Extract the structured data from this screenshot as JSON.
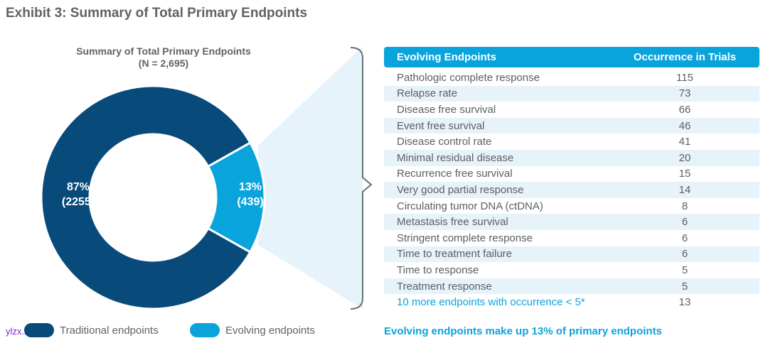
{
  "exhibit_title": "Exhibit 3: Summary of Total Primary Endpoints",
  "chart_data": [
    {
      "type": "pie",
      "title": "Summary of Total Primary Endpoints",
      "subtitle": "(N = 2,695)",
      "categories": [
        "Traditional endpoints",
        "Evolving endpoints"
      ],
      "values": [
        2255,
        439
      ],
      "percent_labels": [
        "87%",
        "13%"
      ],
      "count_labels": [
        "(2255)",
        "(439)"
      ],
      "colors": [
        "#084a7a",
        "#0aa4dc"
      ],
      "legend": "bottom"
    },
    {
      "type": "table",
      "columns": [
        "Evolving Endpoints",
        "Occurrence in Trials"
      ],
      "rows": [
        {
          "name": "Pathologic complete response",
          "value": "115"
        },
        {
          "name": "Relapse rate",
          "value": "73"
        },
        {
          "name": "Disease free survival",
          "value": "66"
        },
        {
          "name": "Event free survival",
          "value": "46"
        },
        {
          "name": "Disease control rate",
          "value": "41"
        },
        {
          "name": "Minimal residual disease",
          "value": "20"
        },
        {
          "name": "Recurrence free survival",
          "value": "15"
        },
        {
          "name": "Very good partial response",
          "value": "14"
        },
        {
          "name": "Circulating tumor DNA (ctDNA)",
          "value": "8"
        },
        {
          "name": "Metastasis free survival",
          "value": "6"
        },
        {
          "name": "Stringent complete response",
          "value": "6"
        },
        {
          "name": "Time to treatment failure",
          "value": "6"
        },
        {
          "name": "Time to response",
          "value": "5"
        },
        {
          "name": "Treatment response",
          "value": "5"
        },
        {
          "name": "10 more endpoints with occurrence < 5*",
          "value": "13"
        }
      ],
      "footer": "Evolving endpoints make up 13% of primary endpoints"
    }
  ],
  "legend_items": [
    "Traditional endpoints",
    "Evolving endpoints"
  ],
  "watermark": "ylzx.net"
}
